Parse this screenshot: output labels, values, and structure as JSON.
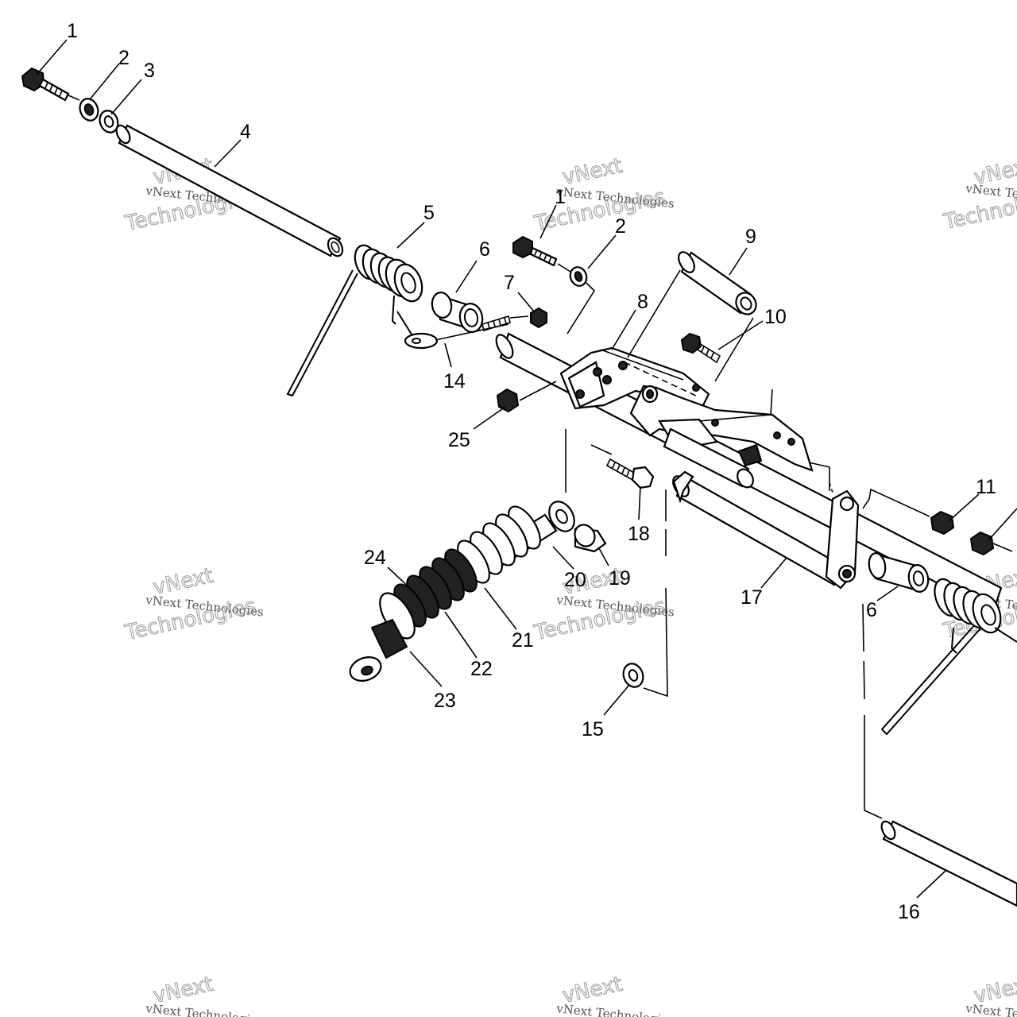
{
  "callouts": [
    {
      "id": "c1a",
      "text": "1"
    },
    {
      "id": "c2a",
      "text": "2"
    },
    {
      "id": "c3",
      "text": "3"
    },
    {
      "id": "c4",
      "text": "4"
    },
    {
      "id": "c5",
      "text": "5"
    },
    {
      "id": "c1b",
      "text": "1"
    },
    {
      "id": "c2b",
      "text": "2"
    },
    {
      "id": "c6a",
      "text": "6"
    },
    {
      "id": "c7",
      "text": "7"
    },
    {
      "id": "c8",
      "text": "8"
    },
    {
      "id": "c9",
      "text": "9"
    },
    {
      "id": "c10",
      "text": "10"
    },
    {
      "id": "c14",
      "text": "14"
    },
    {
      "id": "c25",
      "text": "25"
    },
    {
      "id": "c18",
      "text": "18"
    },
    {
      "id": "c11",
      "text": "11"
    },
    {
      "id": "c24",
      "text": "24"
    },
    {
      "id": "c20",
      "text": "20"
    },
    {
      "id": "c19",
      "text": "19"
    },
    {
      "id": "c21",
      "text": "21"
    },
    {
      "id": "c22",
      "text": "22"
    },
    {
      "id": "c23",
      "text": "23"
    },
    {
      "id": "c17",
      "text": "17"
    },
    {
      "id": "c6b",
      "text": "6"
    },
    {
      "id": "c15",
      "text": "15"
    },
    {
      "id": "c16",
      "text": "16"
    }
  ],
  "watermark": {
    "line1": "vNext Technologies",
    "line2": "vNext",
    "line3": "Technologies"
  }
}
